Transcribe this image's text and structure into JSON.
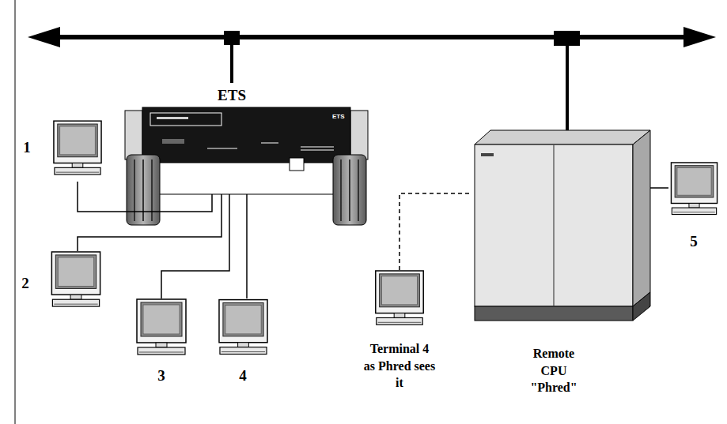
{
  "diagram": {
    "nodes": [
      {
        "text": [
          "ETS"
        ]
      },
      {
        "text": [
          "1"
        ]
      },
      {
        "text": [
          "2"
        ]
      },
      {
        "text": [
          "3"
        ]
      },
      {
        "text": [
          "4"
        ]
      },
      {
        "text": [
          "Terminal 4 as Phred sees it"
        ]
      },
      {
        "text": [
          "Remote CPU \"Phred\""
        ]
      },
      {
        "text": [
          "5"
        ]
      }
    ],
    "edges": [
      {
        "from": 0,
        "to": 1,
        "arrow": "none"
      },
      {
        "from": 0,
        "to": 2,
        "arrow": "none"
      },
      {
        "from": 0,
        "to": 3,
        "arrow": "none"
      },
      {
        "from": 0,
        "to": 4,
        "arrow": "none"
      },
      {
        "from": 0,
        "to": 6,
        "arrow": "none"
      },
      {
        "from": 5,
        "to": 6,
        "arrow": "none"
      },
      {
        "from": 6,
        "to": 7,
        "arrow": "none"
      }
    ],
    "labels": [
      "ETS"
    ]
  }
}
